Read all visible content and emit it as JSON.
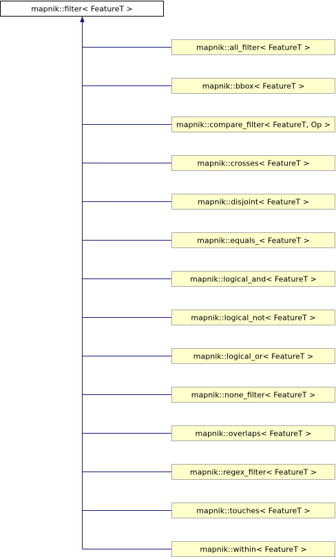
{
  "diagram": {
    "type": "class inheritance",
    "base": {
      "label": "mapnik::filter< FeatureT >",
      "fill": "#ffffff",
      "border": "#000000"
    },
    "derived": [
      {
        "label": "mapnik::all_filter< FeatureT >"
      },
      {
        "label": "mapnik::bbox< FeatureT >"
      },
      {
        "label": "mapnik::compare_filter< FeatureT, Op >"
      },
      {
        "label": "mapnik::crosses< FeatureT >"
      },
      {
        "label": "mapnik::disjoint< FeatureT >"
      },
      {
        "label": "mapnik::equals_< FeatureT >"
      },
      {
        "label": "mapnik::logical_and< FeatureT >"
      },
      {
        "label": "mapnik::logical_not< FeatureT >"
      },
      {
        "label": "mapnik::logical_or< FeatureT >"
      },
      {
        "label": "mapnik::none_filter< FeatureT >"
      },
      {
        "label": "mapnik::overlaps< FeatureT >"
      },
      {
        "label": "mapnik::regex_filter< FeatureT >"
      },
      {
        "label": "mapnik::touches< FeatureT >"
      },
      {
        "label": "mapnik::within< FeatureT >"
      }
    ],
    "colors": {
      "derived_fill": "#ffffcc",
      "derived_border": "#a8a8a8",
      "edge": "#191970"
    }
  }
}
